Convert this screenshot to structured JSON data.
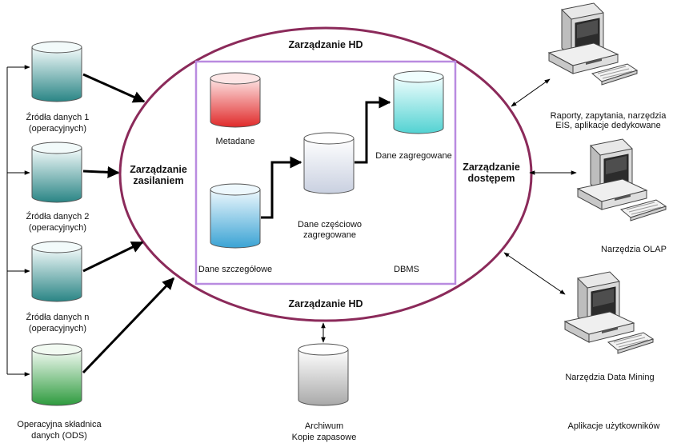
{
  "ellipse": {
    "top_label": "Zarządzanie HD",
    "bottom_label": "Zarządzanie HD",
    "left_label": [
      "Zarządzanie",
      "zasilaniem"
    ],
    "right_label": [
      "Zarządzanie",
      "dostępem"
    ]
  },
  "inner": {
    "dbms_label": "DBMS",
    "metadata_label": "Metadane",
    "detail_label": "Dane szczegółowe",
    "partial_label": [
      "Dane częściowo",
      "zagregowane"
    ],
    "aggregated_label": "Dane zagregowane"
  },
  "sources": [
    {
      "label": [
        "Źródła danych 1",
        "(operacyjnych)"
      ]
    },
    {
      "label": [
        "Źródła danych 2",
        "(operacyjnych)"
      ]
    },
    {
      "label": [
        "Źródła danych n",
        "(operacyjnych)"
      ]
    },
    {
      "label": [
        "Operacyjna składnica",
        "danych (ODS)"
      ]
    }
  ],
  "archive": {
    "label": [
      "Archiwum",
      "Kopie zapasowe"
    ]
  },
  "clients": [
    {
      "label": [
        "Raporty, zapytania, narzędzia",
        "EIS, aplikacje dedykowane"
      ]
    },
    {
      "label": [
        "Narzędzia OLAP"
      ]
    },
    {
      "label": [
        "Narzędzia Data Mining"
      ]
    }
  ],
  "clients_footer": "Aplikacje użytkowników",
  "colors": {
    "ellipse": "#8b2a5a",
    "inner_box": "#b98be0",
    "source_teal": "#2e8b8b",
    "ods_green": "#2e9b3e",
    "metadata_red": "#e23b3b",
    "detail_blue": "#3ba6d6",
    "partial_white": "#dfe4ee",
    "aggregated_cyan": "#5ad6d6",
    "archive_gray": "#b5b5b5"
  }
}
